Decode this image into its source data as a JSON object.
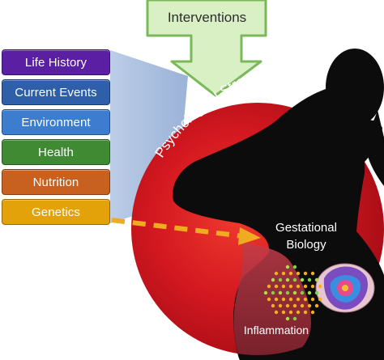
{
  "title": "Interventions",
  "stress_label": "Psychological Stress",
  "factors": [
    {
      "label": "Life History",
      "color": "#5a1fa3"
    },
    {
      "label": "Current Events",
      "color": "#2e5fa8"
    },
    {
      "label": "Environment",
      "color": "#3d7dd0"
    },
    {
      "label": "Health",
      "color": "#3f8a33"
    },
    {
      "label": "Nutrition",
      "color": "#c8601f"
    },
    {
      "label": "Genetics",
      "color": "#e3a20a"
    }
  ],
  "gestational_label_line1": "Gestational",
  "gestational_label_line2": "Biology",
  "inflammation_label": "Inflammation",
  "colors": {
    "stress_red": "#c8141e",
    "intervention_box": "#d9f0c4",
    "intervention_border": "#7ab95a",
    "genetics_arrow": "#efac21",
    "silhouette": "#0c0c0c",
    "funnel": "#9ab3d6"
  }
}
